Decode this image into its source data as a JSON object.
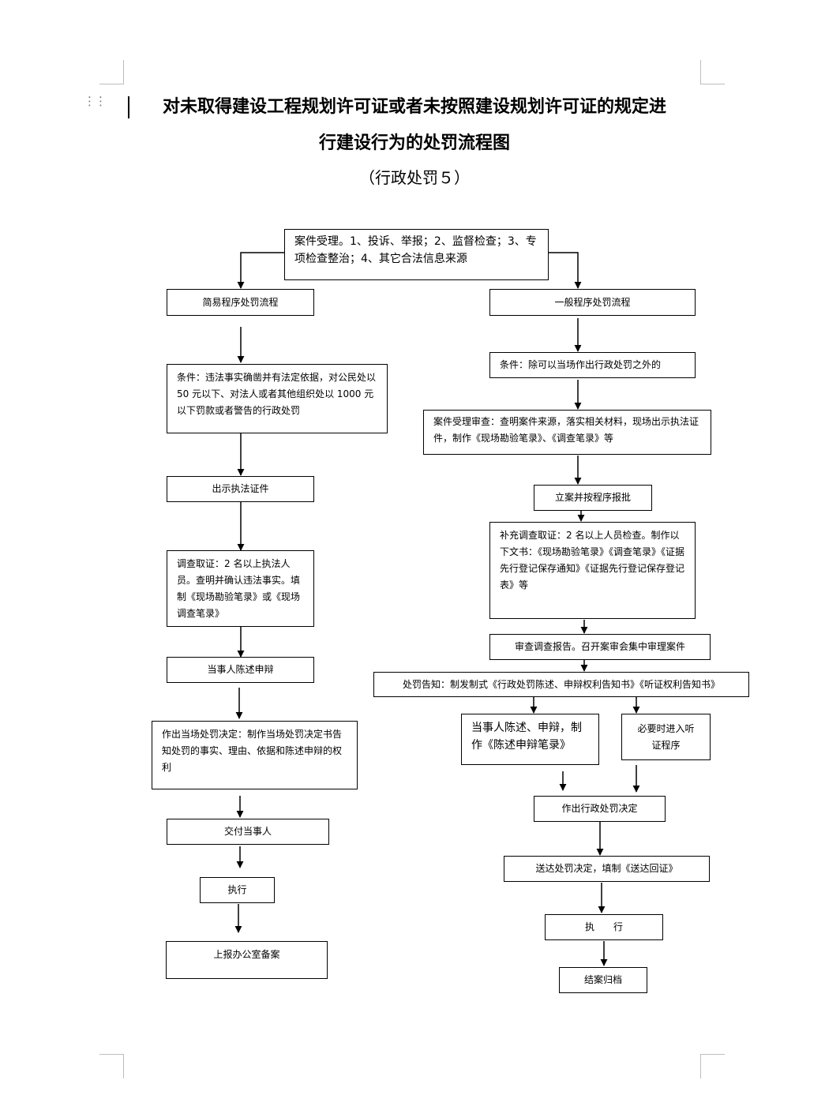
{
  "document": {
    "title_line1": "对未取得建设工程规划许可证或者未按照建设规划许可证的规定进",
    "title_line2": "行建设行为的处罚流程图",
    "subtitle": "（行政处罚５）"
  },
  "flow": {
    "start": "案件受理。1、投诉、举报；2、监督检查；3、专项检查整治；4、其它合法信息来源",
    "simple": {
      "header": "简易程序处罚流程",
      "condition": "条件：违法事实确凿并有法定依据，对公民处以 50 元以下、对法人或者其他组织处以 1000 元以下罚款或者警告的行政处罚",
      "show_id": "出示执法证件",
      "investigate": "调查取证：2 名以上执法人员。查明并确认违法事实。填制《现场勘验笔录》或《现场调查笔录》",
      "statement": "当事人陈述申辩",
      "decision": "作出当场处罚决定：制作当场处罚决定书告知处罚的事实、理由、依据和陈述申辩的权利",
      "deliver": "交付当事人",
      "execute": "执行",
      "report": "上报办公室备案"
    },
    "general": {
      "header": "一般程序处罚流程",
      "condition": "条件：除可以当场作出行政处罚之外的",
      "review": "案件受理审查：查明案件来源，落实相关材料，现场出示执法证件，制作《现场勘验笔录》、《调查笔录》等",
      "file_case": "立案并按程序报批",
      "supplement": "补充调查取证：2 名以上人员检查。制作以下文书：《现场勘验笔录》《调查笔录》《证据先行登记保存通知》《证据先行登记保存登记表》等",
      "audit": "审查调查报告。召开案审会集中审理案件",
      "notice": "处罚告知：制发制式《行政处罚陈述、申辩权利告知书》《听证权利告知书》",
      "party_statement": "当事人陈述、申辩，制作《陈述申辩笔录》",
      "hearing": "必要时进入听证程序",
      "decision": "作出行政处罚决定",
      "serve": "送达处罚决定，填制《送达回证》",
      "execute": "执　　行",
      "archive": "结案归档"
    }
  }
}
